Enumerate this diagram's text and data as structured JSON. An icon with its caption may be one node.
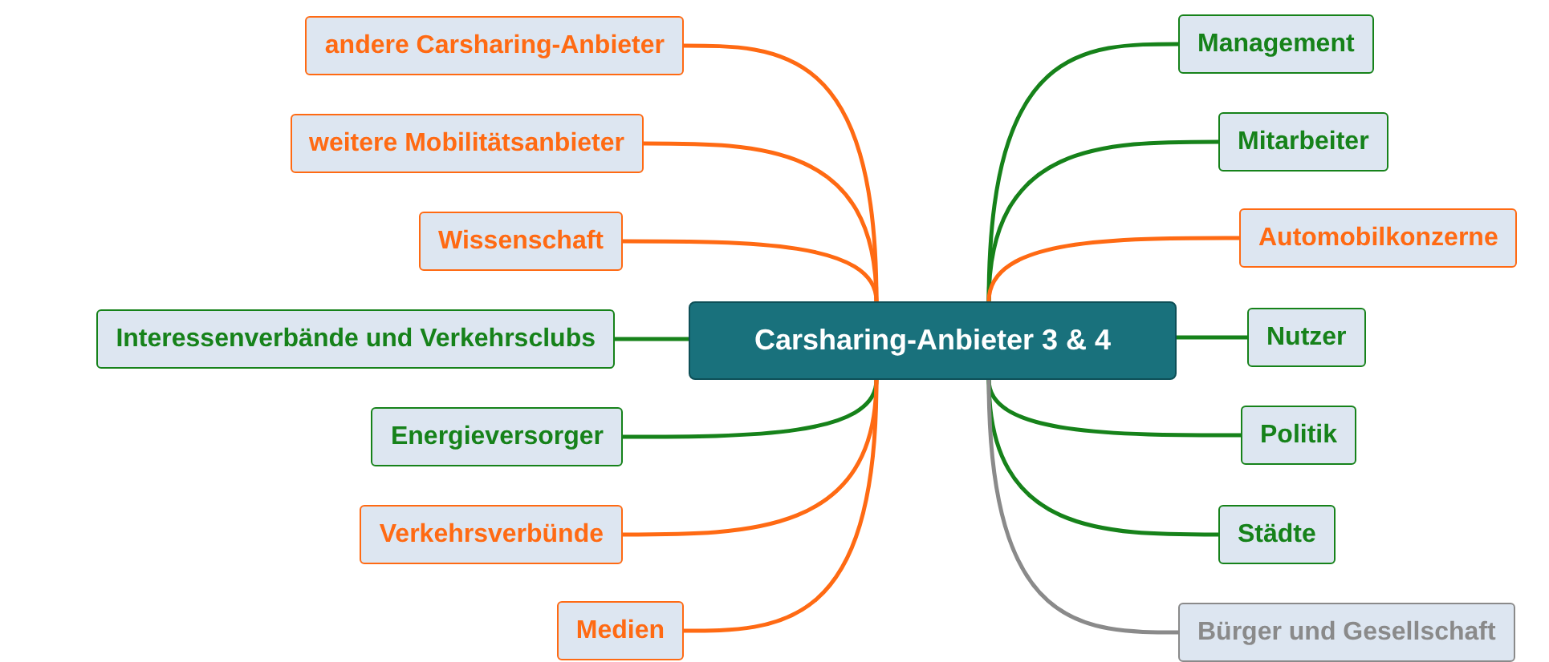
{
  "diagram": {
    "nodes": [
      {
        "text": [
          "Carsharing-Anbieter 3 & 4"
        ]
      },
      {
        "text": [
          "andere Carsharing-Anbieter"
        ]
      },
      {
        "text": [
          "weitere Mobilitätsanbieter"
        ]
      },
      {
        "text": [
          "Wissenschaft"
        ]
      },
      {
        "text": [
          "Interessenverbände und Verkehrsclubs"
        ]
      },
      {
        "text": [
          "Energieversorger"
        ]
      },
      {
        "text": [
          "Verkehrsverbünde"
        ]
      },
      {
        "text": [
          "Medien"
        ]
      },
      {
        "text": [
          "Management"
        ]
      },
      {
        "text": [
          "Mitarbeiter"
        ]
      },
      {
        "text": [
          "Automobilkonzerne"
        ]
      },
      {
        "text": [
          "Nutzer"
        ]
      },
      {
        "text": [
          "Politik"
        ]
      },
      {
        "text": [
          "Städte"
        ]
      },
      {
        "text": [
          "Bürger und Gesellschaft"
        ]
      }
    ],
    "edges": [
      {
        "from": 0,
        "to": 1,
        "arrow": "none",
        "color": "#ff6a13"
      },
      {
        "from": 0,
        "to": 2,
        "arrow": "none",
        "color": "#ff6a13"
      },
      {
        "from": 0,
        "to": 3,
        "arrow": "none",
        "color": "#ff6a13"
      },
      {
        "from": 0,
        "to": 4,
        "arrow": "none"
      },
      {
        "from": 0,
        "to": 5,
        "arrow": "none"
      },
      {
        "from": 0,
        "to": 6,
        "arrow": "none",
        "color": "#ff6a13"
      },
      {
        "from": 0,
        "to": 7,
        "arrow": "none",
        "color": "#ff6a13"
      },
      {
        "from": 0,
        "to": 8,
        "arrow": "none"
      },
      {
        "from": 0,
        "to": 9,
        "arrow": "none"
      },
      {
        "from": 0,
        "to": 10,
        "arrow": "none",
        "color": "#ff6a13"
      },
      {
        "from": 0,
        "to": 11,
        "arrow": "none"
      },
      {
        "from": 0,
        "to": 12,
        "arrow": "none"
      },
      {
        "from": 0,
        "to": 13,
        "arrow": "none"
      },
      {
        "from": 0,
        "to": 14,
        "arrow": "none",
        "color": "#8a8a8a"
      }
    ]
  }
}
